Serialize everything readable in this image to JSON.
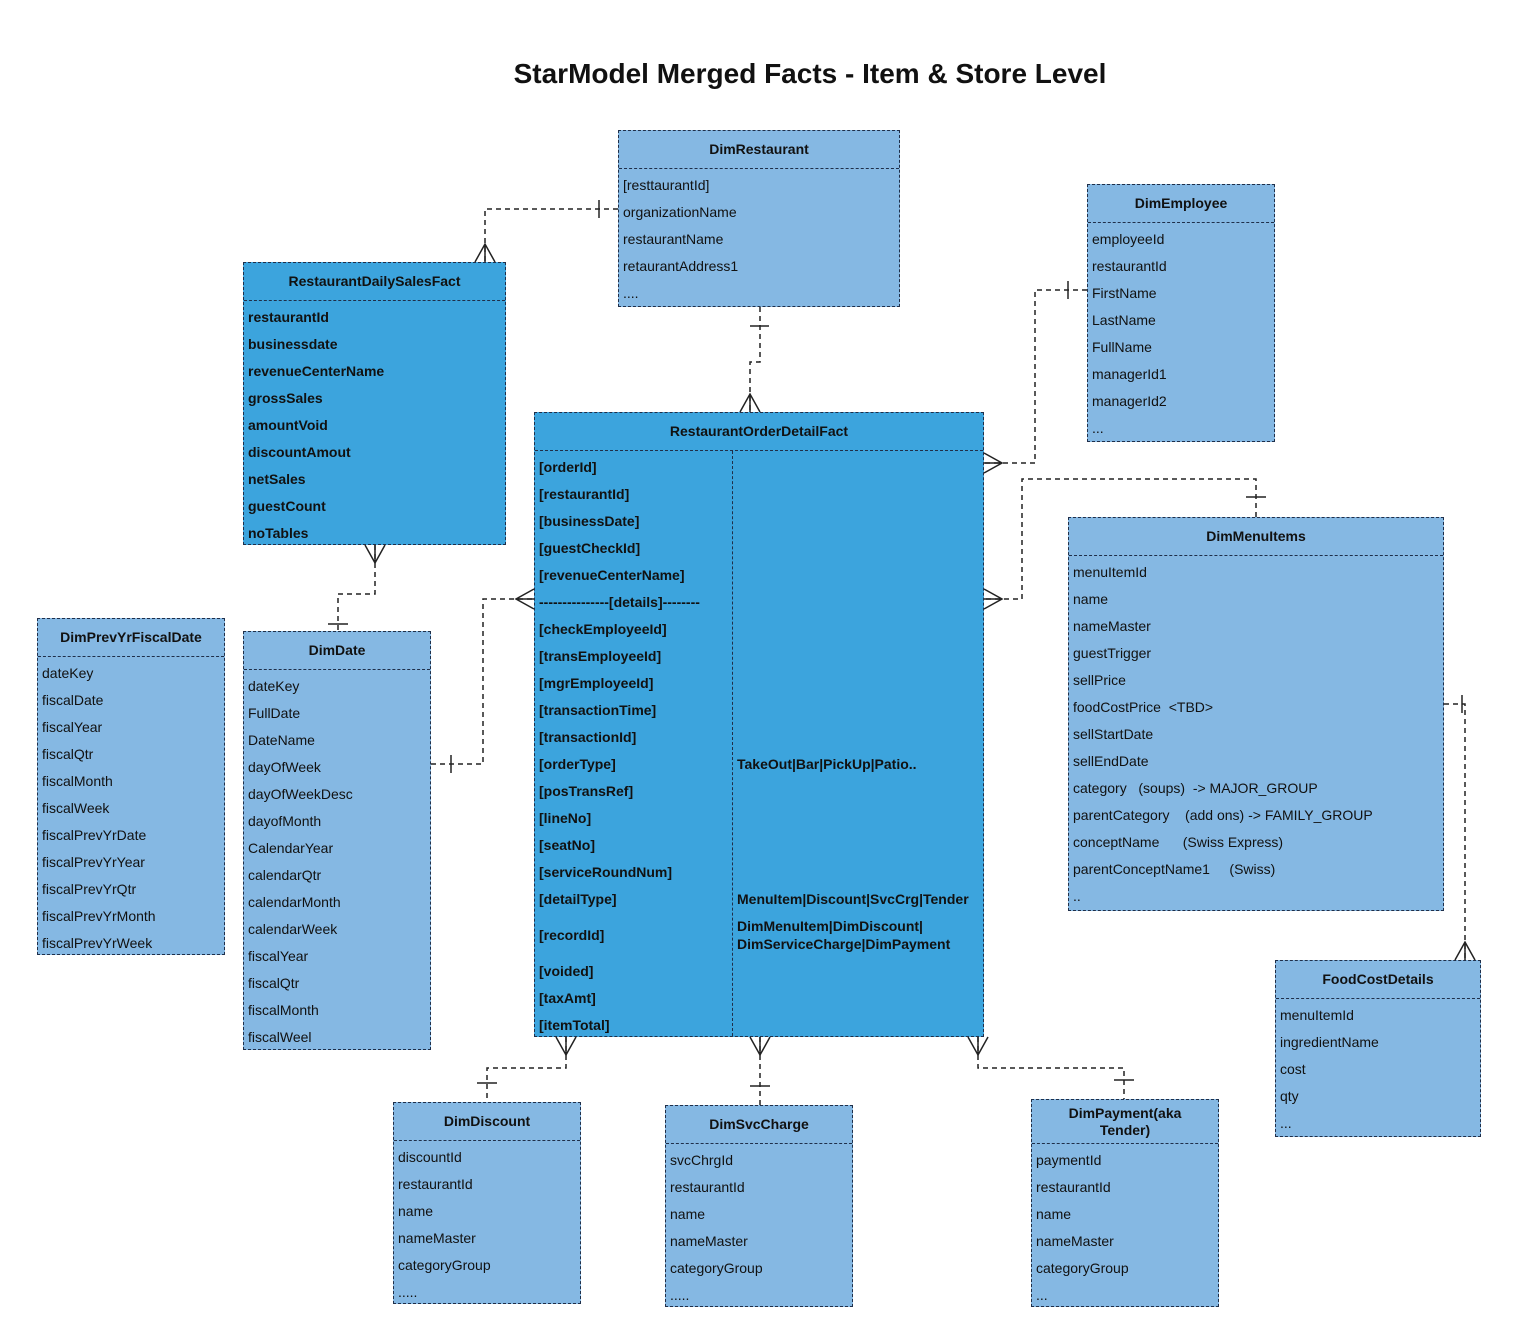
{
  "title": "StarModel Merged Facts - Item & Store Level",
  "entities": {
    "dimRestaurant": {
      "name": "DimRestaurant",
      "fields": [
        "[resttaurantId]",
        "organizationName",
        "restaurantName",
        "retaurantAddress1",
        "...."
      ]
    },
    "dimEmployee": {
      "name": "DimEmployee",
      "fields": [
        "employeeId",
        "restaurantId",
        "FirstName",
        "LastName",
        "FullName",
        "managerId1",
        "managerId2",
        "..."
      ]
    },
    "restaurantDailySalesFact": {
      "name": "RestaurantDailySalesFact",
      "fields": [
        "restaurantId",
        "businessdate",
        "revenueCenterName",
        "grossSales",
        "amountVoid",
        "discountAmout",
        "netSales",
        "guestCount",
        "noTables"
      ]
    },
    "restaurantOrderDetailFact": {
      "name": "RestaurantOrderDetailFact",
      "fields": [
        "[orderId]",
        "[restaurantId]",
        "[businessDate]",
        "[guestCheckId]",
        "[revenueCenterName]",
        "---------------[details]--------",
        "[checkEmployeeId]",
        "[transEmployeeId]",
        "[mgrEmployeeId]",
        "[transactionTime]",
        "[transactionId]",
        "[orderType]",
        "[posTransRef]",
        "[lineNo]",
        "[seatNo]",
        "[serviceRoundNum]",
        "[detailType]",
        "[recordId]",
        "[voided]",
        "[taxAmt]",
        "[itemTotal]"
      ],
      "notes": {
        "orderType": "TakeOut|Bar|PickUp|Patio..",
        "detailType": "MenuItem|Discount|SvcCrg|Tender",
        "recordId_line1": "DimMenuItem|DimDiscount|",
        "recordId_line2": "DimServiceCharge|DimPayment"
      }
    },
    "dimMenuItems": {
      "name": "DimMenuItems",
      "fields": [
        "menuItemId",
        "name",
        "nameMaster",
        "guestTrigger",
        "sellPrice",
        "foodCostPrice  <TBD>",
        "sellStartDate",
        "sellEndDate",
        "category   (soups)  -> MAJOR_GROUP",
        "parentCategory    (add ons) -> FAMILY_GROUP",
        "conceptName      (Swiss Express)",
        "parentConceptName1     (Swiss)",
        ".."
      ]
    },
    "dimPrevYrFiscalDate": {
      "name": "DimPrevYrFiscalDate",
      "fields": [
        "dateKey",
        "fiscalDate",
        "fiscalYear",
        "fiscalQtr",
        "fiscalMonth",
        "fiscalWeek",
        "fiscalPrevYrDate",
        "fiscalPrevYrYear",
        "fiscalPrevYrQtr",
        "fiscalPrevYrMonth",
        "fiscalPrevYrWeek"
      ]
    },
    "dimDate": {
      "name": "DimDate",
      "fields": [
        "dateKey",
        "FullDate",
        "DateName",
        "dayOfWeek",
        "dayOfWeekDesc",
        "dayofMonth",
        "CalendarYear",
        "calendarQtr",
        "calendarMonth",
        "calendarWeek",
        "fiscalYear",
        "fiscalQtr",
        "fiscalMonth",
        "fiscalWeel"
      ]
    },
    "foodCostDetails": {
      "name": "FoodCostDetails",
      "fields": [
        "menuItemId",
        "ingredientName",
        "cost",
        "qty",
        "..."
      ]
    },
    "dimDiscount": {
      "name": "DimDiscount",
      "fields": [
        "discountId",
        "restaurantId",
        "name",
        "nameMaster",
        "categoryGroup",
        "....."
      ]
    },
    "dimSvcCharge": {
      "name": "DimSvcCharge",
      "fields": [
        "svcChrgId",
        "restaurantId",
        "name",
        "nameMaster",
        "categoryGroup",
        "....."
      ]
    },
    "dimPayment": {
      "name": "DimPayment(aka Tender)",
      "fields": [
        "paymentId",
        "restaurantId",
        "name",
        "nameMaster",
        "categoryGroup",
        "..."
      ]
    }
  },
  "colors": {
    "dimension": "#85b8e3",
    "fact": "#3ca4dd",
    "border": "#1f2f4a",
    "line": "#222222"
  }
}
